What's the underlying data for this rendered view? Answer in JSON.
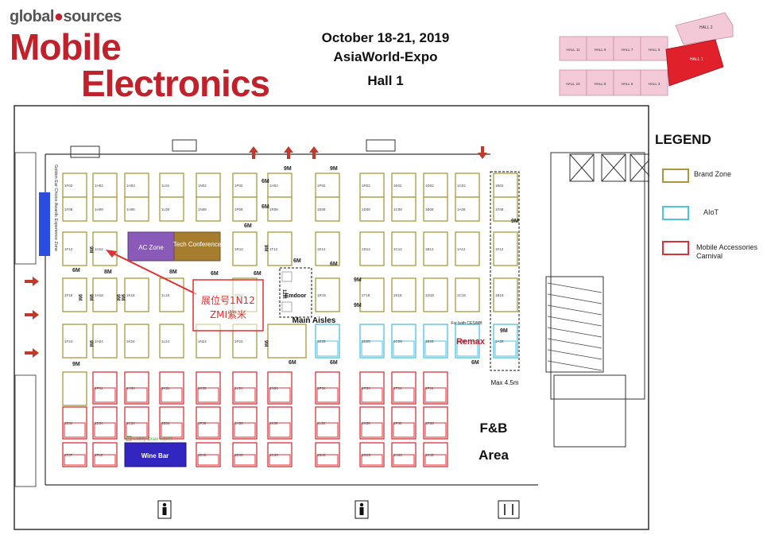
{
  "brand": {
    "logo_line1": "global",
    "logo_line1b": "sources",
    "logo_line2": "Mobile",
    "logo_line3": "Electronics"
  },
  "event": {
    "date": "October 18-21, 2019",
    "venue": "AsiaWorld-Expo",
    "hall": "Hall 1"
  },
  "hall_map": {
    "halls_top": [
      "HALL 11",
      "HALL 9",
      "HALL 7",
      "HALL 5"
    ],
    "halls_bottom": [
      "HALL 10",
      "HALL 8",
      "HALL 6",
      "HALL 3"
    ],
    "hall_2": "HALL 2",
    "hall_1": "HALL 1"
  },
  "legend": {
    "title": "LEGEND",
    "items": [
      {
        "label": "Brand Zone",
        "color": "#a89a3c"
      },
      {
        "label": "AIoT",
        "color": "#4fc3e0"
      },
      {
        "label": "Mobile Accessories Carnival",
        "color": "#d8323a"
      }
    ]
  },
  "colors": {
    "brand": "#a89a3c",
    "aiot": "#4fc3e0",
    "accessory": "#d8323a",
    "ac_zone": "#8a5ab8",
    "tech_conf": "#a67c2e",
    "wine_bar": "#3326c0",
    "arrow": "#c0392b"
  },
  "zones": {
    "ac_zone": "AC Zone",
    "tech_conference": "Tech Conference",
    "wine_bar": "Wine Bar",
    "lucky_draw": "Lucky Draw Ticket",
    "fb": "F&B",
    "area": "Area",
    "main_aisles": "Main Aisles",
    "emdoor": "Emdoor",
    "remax": "Remax",
    "max_height": "Max 4.5m",
    "cesmb": "For both CES/MB",
    "side_zone": "Golden Ear Choice Awards Experience Zone"
  },
  "highlight": {
    "line1": "展位号1N12",
    "line2": "ZMI紫米"
  },
  "widths": [
    "9M",
    "9M",
    "6M",
    "6M",
    "6M",
    "6M",
    "6M",
    "6M",
    "8M",
    "8M",
    "6M",
    "6M",
    "9M",
    "9M",
    "6M",
    "6M",
    "6M",
    "9M",
    "9M",
    "9M"
  ],
  "widths_v": [
    "9M",
    "9M",
    "9M",
    "9M",
    "9M",
    "9M",
    "9M",
    "9M",
    "12M"
  ],
  "row1": [
    "1F02",
    "1H02",
    "1H03",
    "1L02",
    "1N02",
    "1P02",
    "1H02",
    "1P02",
    "1R02",
    "1E02",
    "1D02",
    "1C02",
    "1B02",
    "1A02"
  ],
  "row2": [
    "1F08",
    "1H08",
    "1H05",
    "1L08",
    "1N08",
    "1P08",
    "1R08",
    "1E08",
    "1D08",
    "1C08",
    "1B08",
    "1A08"
  ],
  "row3": [
    "1F12",
    "1H12",
    "1R12",
    "1T12",
    "1E12",
    "1D12",
    "1C12",
    "1B12",
    "1A12"
  ],
  "row4": [
    "1F18",
    "1H18",
    "1K18",
    "1L18",
    "1N18",
    "1R18",
    "1T18",
    "1E18",
    "1D18",
    "1C18",
    "1B18",
    "1A18"
  ],
  "row5": [
    "1F24",
    "1H24",
    "1K24",
    "1L24",
    "1N24",
    "1P24",
    "1E28",
    "1D28",
    "1C28",
    "1B28",
    "1A28"
  ],
  "lower": [
    "1F34",
    "1H34",
    "1K34",
    "1K35",
    "1L34",
    "1N34",
    "1P34",
    "1R30",
    "1T34",
    "1F34",
    "1E34",
    "1D34",
    "1C34",
    "1B34",
    "1F38",
    "1H38",
    "1K38",
    "1L38",
    "1N38",
    "1P38",
    "1R38",
    "1T37",
    "1F40",
    "1E40",
    "1D40",
    "1C40",
    "1B40",
    "1G45",
    "1H45",
    "1K45",
    "1L45",
    "1N45",
    "1P45",
    "1R45",
    "1T45",
    "1F45",
    "1E45",
    "1D45",
    "1C45",
    "1B45"
  ],
  "small_booths": [
    "1H19",
    "1H20",
    "1J19",
    "1J20"
  ]
}
